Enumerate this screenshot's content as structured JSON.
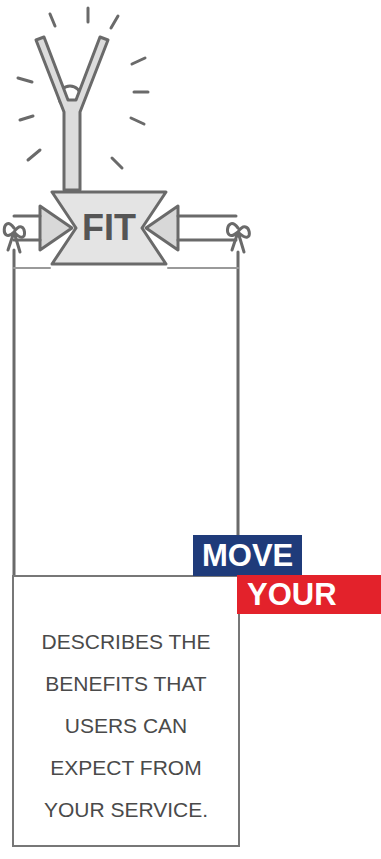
{
  "diagram": {
    "nodes": [
      {
        "text": [
          "FIT"
        ]
      },
      {
        "text": [
          "DESCRIBES THE BENEFITS THAT USERS CAN EXPECT FROM YOUR SERVICE."
        ]
      },
      {
        "text": [
          "MOVE"
        ]
      },
      {
        "text": [
          "YOUR"
        ]
      }
    ]
  }
}
